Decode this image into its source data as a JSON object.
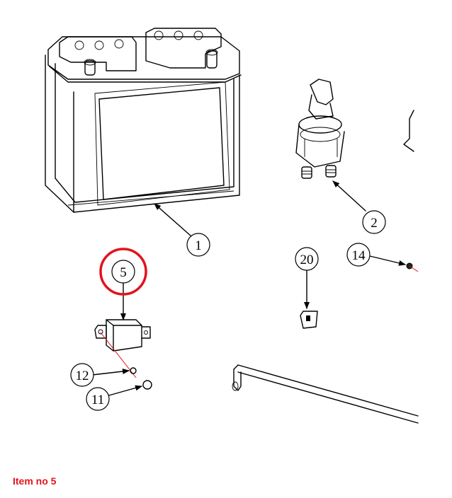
{
  "callouts": [
    {
      "id": "1",
      "label": "1"
    },
    {
      "id": "2",
      "label": "2"
    },
    {
      "id": "5",
      "label": "5"
    },
    {
      "id": "11",
      "label": "11"
    },
    {
      "id": "12",
      "label": "12"
    },
    {
      "id": "14",
      "label": "14"
    },
    {
      "id": "20",
      "label": "20"
    }
  ],
  "highlight": {
    "target": "5",
    "color": "#e0141e"
  },
  "caption": "Item no 5"
}
